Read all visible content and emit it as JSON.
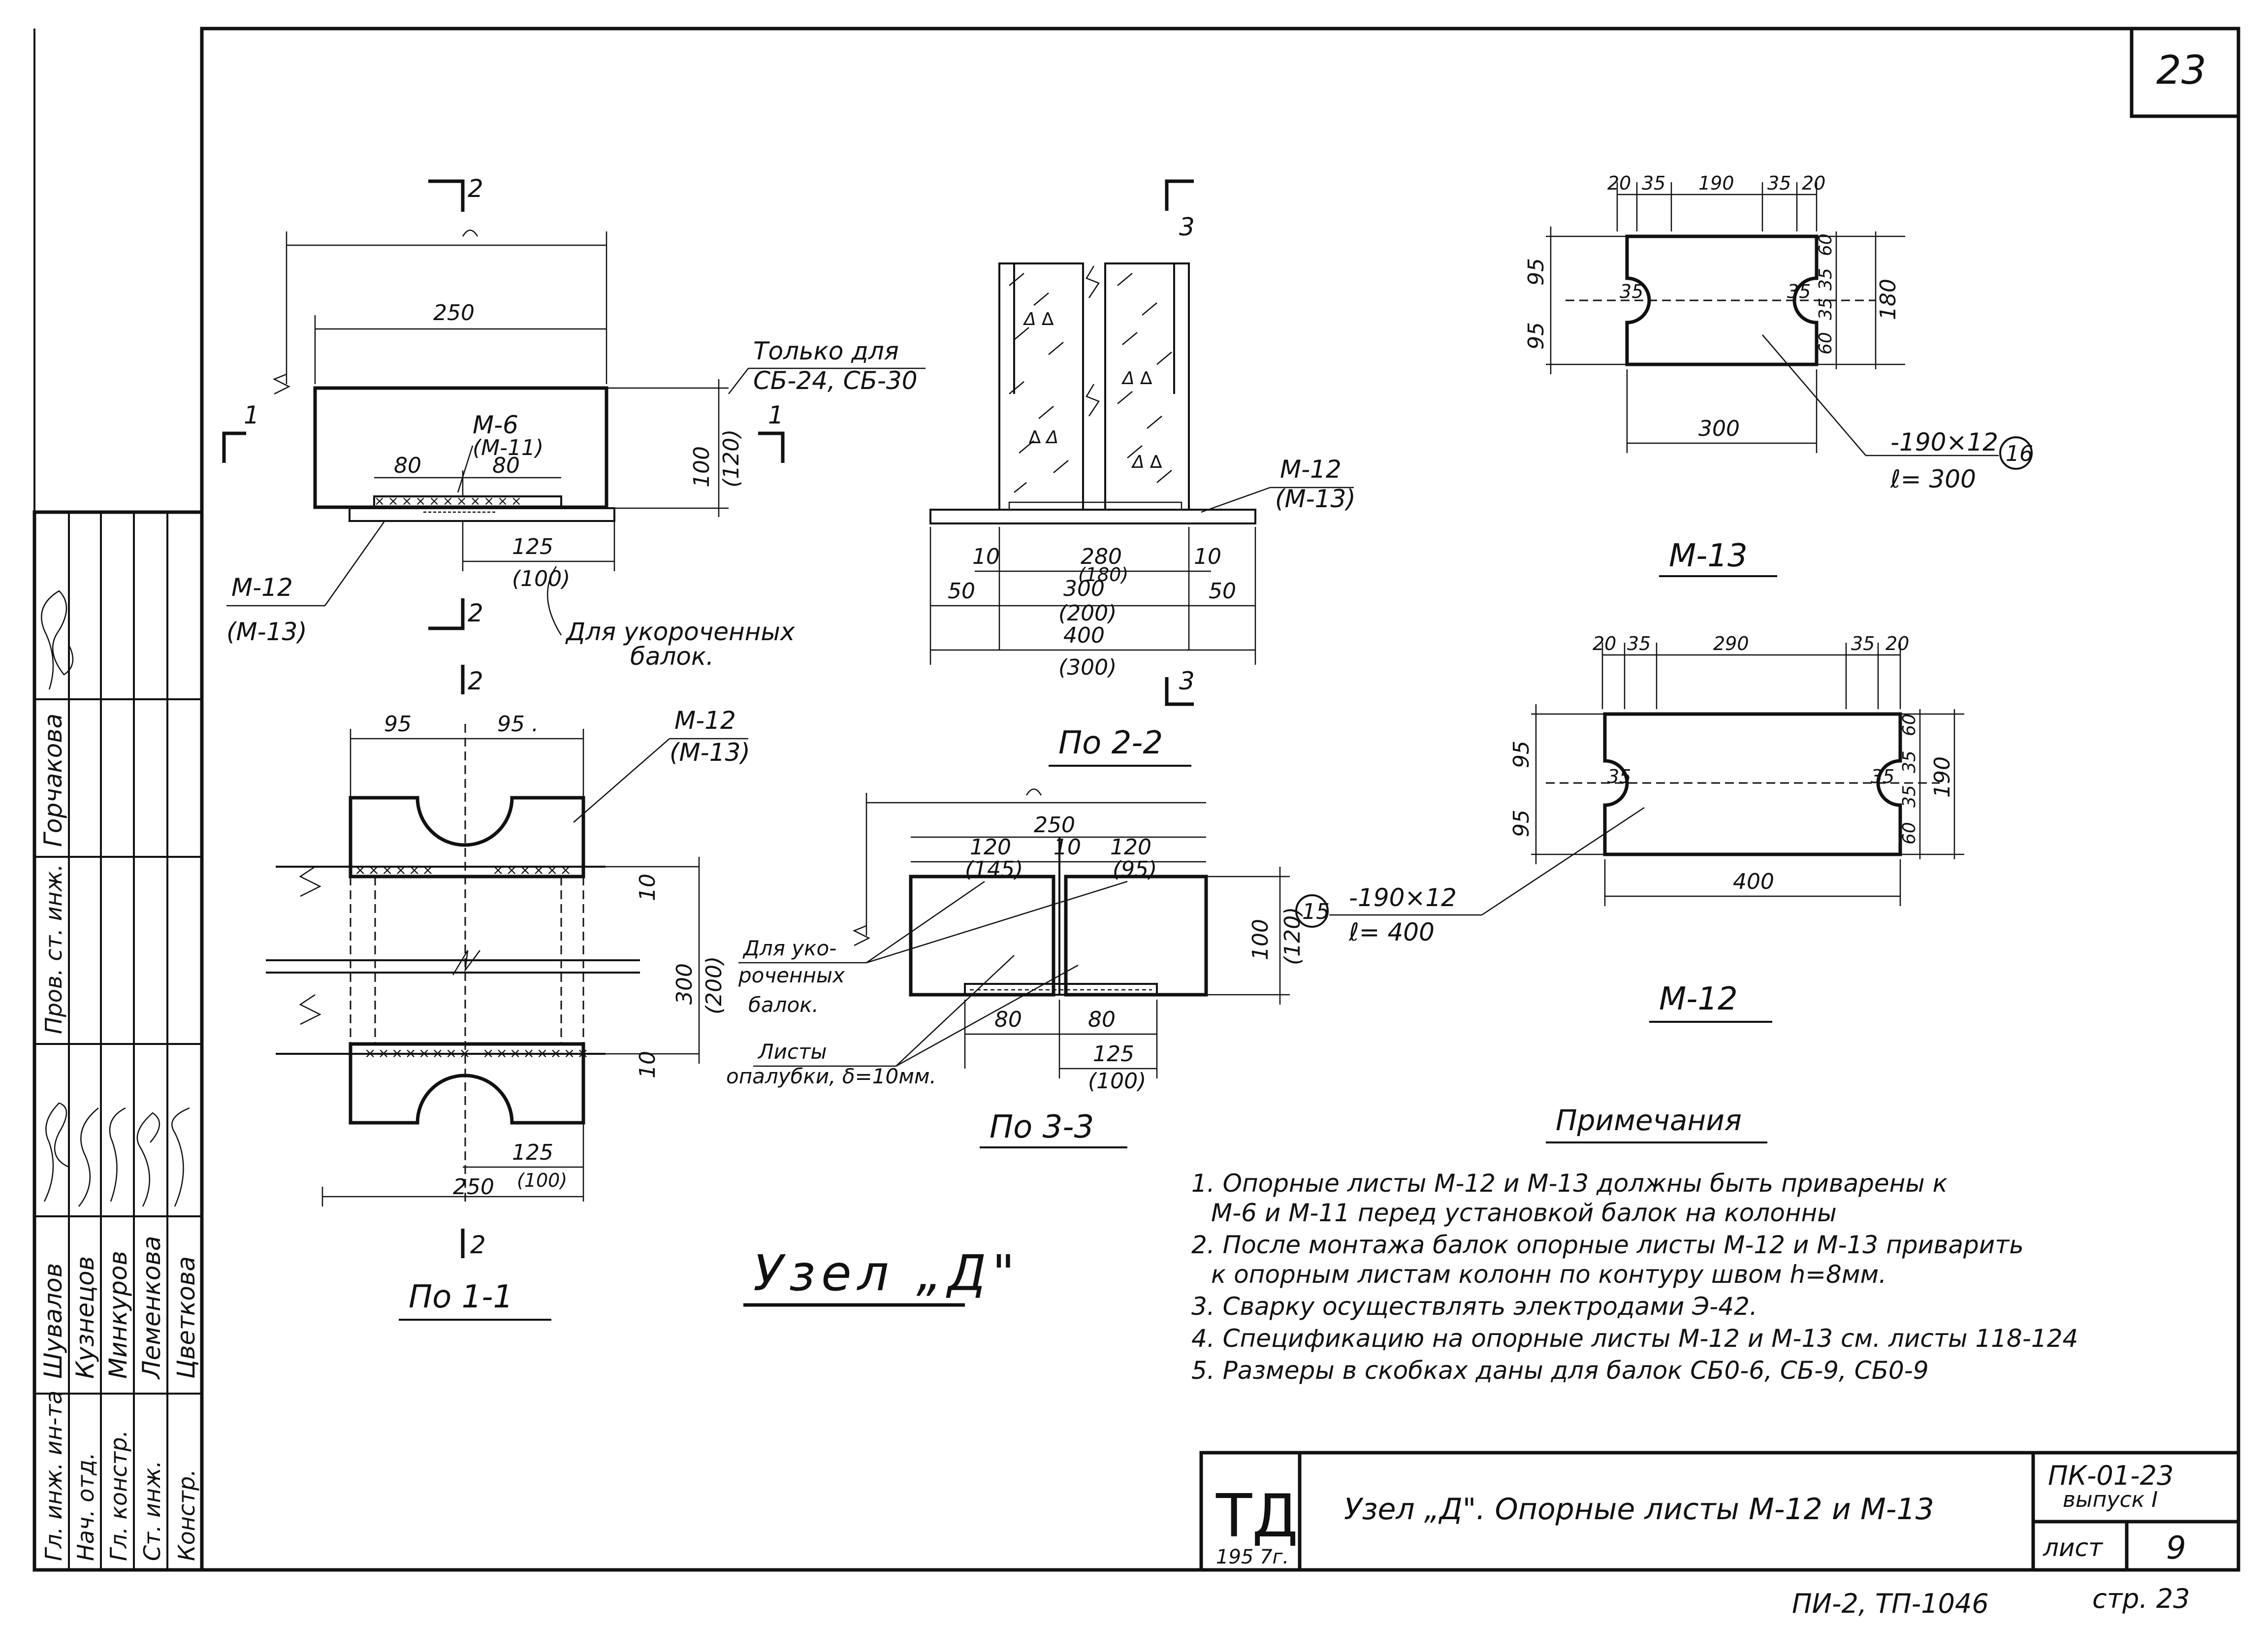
{
  "sheet": {
    "page_number": "23",
    "title": "Узел „Д\". Опорные листы М-12 и М-13",
    "drawing_code": "ПК-01-23",
    "issue": "выпуск I",
    "sheet_label": "лист",
    "sheet_number": "9",
    "logo": "ТД",
    "year": "195 7г.",
    "footer_left": "ПИ-2, ТП-1046",
    "footer_right": "стр. 23",
    "node_title": "Узел „Д\""
  },
  "stamp": {
    "rows": [
      {
        "role": "Гл. инж. ин-та",
        "name": "Шувалов"
      },
      {
        "role": "Нач. отд.",
        "name": "Кузнецов"
      },
      {
        "role": "Гл. констр.",
        "name": "Минкуров"
      },
      {
        "role": "Ст. инж.",
        "name": "Леменкова"
      },
      {
        "role": "Констр.",
        "name": "Цветкова"
      }
    ],
    "check": {
      "role": "Пров. ст. инж.",
      "name": "Горчакова"
    }
  },
  "views": {
    "side": {
      "mark_top": "2",
      "mark_left": "1",
      "mark_right": "1",
      "width_dim": "250",
      "plates_label": "М-6",
      "plates_label_alt": "(М-11)",
      "dim_80a": "80",
      "dim_80b": "80",
      "height_dim": "100",
      "height_dim_alt": "(120)",
      "only_for": "Только для",
      "only_for_beams": "СБ-24, СБ-30",
      "dim_125": "125",
      "dim_125_alt": "(100)",
      "plate_label": "М-12",
      "plate_label_alt": "(М-13)",
      "short_beams": "Для укороченных",
      "short_beams_2": "балок."
    },
    "section_1": {
      "title": "По 1-1",
      "mark": "2",
      "dim_95a": "95",
      "dim_95b": "95 .",
      "plate_label": "М-12",
      "plate_label_alt": "(М-13)",
      "dim_300": "300",
      "dim_300_alt": "(200)",
      "dim_10a": "10",
      "dim_10b": "10",
      "dim_125": "125",
      "dim_125_alt": "(100)",
      "dim_250": "250"
    },
    "section_2": {
      "title": "По 2-2",
      "mark": "3",
      "plate_label": "М-12",
      "plate_label_alt": "(М-13)",
      "dim_10a": "10",
      "dim_10b": "10",
      "dim_280": "280",
      "dim_280_alt": "(180)",
      "dim_50a": "50",
      "dim_50b": "50",
      "dim_300": "300",
      "dim_300_alt": "(200)",
      "dim_400": "400",
      "dim_400_alt": "(300)"
    },
    "section_3": {
      "title": "По 3-3",
      "dim_250": "250",
      "dim_120a": "120",
      "dim_120a_alt": "(145)",
      "dim_10": "10",
      "dim_120b": "120",
      "dim_120b_alt": "(95)",
      "short_beams_1": "Для уко-",
      "short_beams_2": "роченных",
      "short_beams_3": "балок.",
      "formwork_1": "Листы",
      "formwork_2": "опалубки, δ=10мм.",
      "dim_100": "100",
      "dim_100_alt": "(120)",
      "dim_80a": "80",
      "dim_80b": "80",
      "dim_125": "125",
      "dim_125_alt": "(100)",
      "ref_circle": "15",
      "plate_spec": "-190×12",
      "plate_len": "ℓ= 400"
    },
    "m13": {
      "title": "М-13",
      "top_dims": [
        "20",
        "35",
        "190",
        "35",
        "20"
      ],
      "left_a": "95",
      "left_b": "95",
      "radius_a": "35",
      "radius_b": "35",
      "right_dims": [
        "60",
        "35",
        "35",
        "60"
      ],
      "height": "180",
      "width": "300",
      "ref_circle": "16",
      "plate_spec": "-190×12",
      "plate_len": "ℓ= 300"
    },
    "m12": {
      "title": "М-12",
      "top_dims": [
        "20",
        "35",
        "290",
        "35",
        "20"
      ],
      "left_a": "95",
      "left_b": "95",
      "radius_a": "35",
      "radius_b": "35",
      "right_dims": [
        "60",
        "35",
        "35",
        "60"
      ],
      "height": "190",
      "width": "400"
    }
  },
  "notes": {
    "heading": "Примечания",
    "items": [
      "1. Опорные листы М-12 и М-13 должны быть приварены к",
      "М-6 и М-11 перед установкой балок на колонны",
      "2. После монтажа балок опорные листы М-12 и М-13 приварить",
      "к опорным листам колонн по контуру швом h=8мм.",
      "3. Сварку осуществлять электродами Э-42.",
      "4. Спецификацию на опорные листы М-12 и М-13 см. листы 118-124",
      "5. Размеры в скобках даны для балок СБ0-6, СБ-9, СБ0-9"
    ]
  }
}
